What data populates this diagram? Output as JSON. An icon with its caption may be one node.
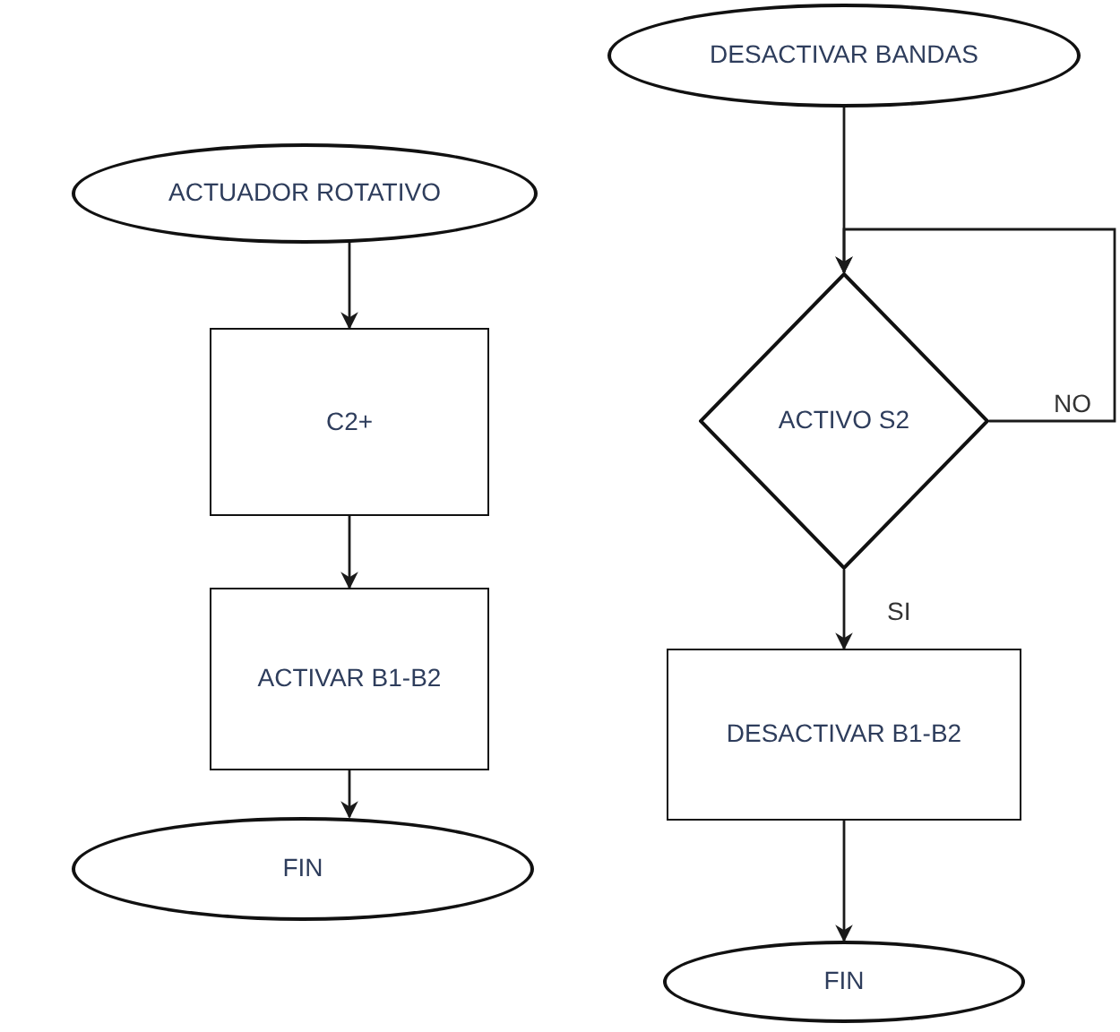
{
  "diagram": {
    "nodes": [
      {
        "text": [
          "ACTUADOR ROTATIVO"
        ]
      },
      {
        "text": [
          "C2+"
        ]
      },
      {
        "text": [
          "ACTIVAR B1-B2"
        ]
      },
      {
        "text": [
          "FIN"
        ]
      },
      {
        "text": [
          "DESACTIVAR BANDAS"
        ]
      },
      {
        "text": [
          "ACTIVO S2"
        ]
      },
      {
        "text": [
          "DESACTIVAR B1-B2"
        ]
      },
      {
        "text": [
          "FIN"
        ]
      }
    ],
    "edges": [
      {
        "from": 0,
        "to": 1,
        "arrow": "to"
      },
      {
        "from": 1,
        "to": 2,
        "arrow": "to"
      },
      {
        "from": 2,
        "to": 3,
        "arrow": "to"
      },
      {
        "from": 4,
        "to": 5,
        "arrow": "to"
      },
      {
        "from": 5,
        "to": 5,
        "arrow": "to",
        "label": "NO"
      },
      {
        "from": 5,
        "to": 6,
        "arrow": "to",
        "label": "SI"
      },
      {
        "from": 6,
        "to": 7,
        "arrow": "to"
      }
    ]
  }
}
